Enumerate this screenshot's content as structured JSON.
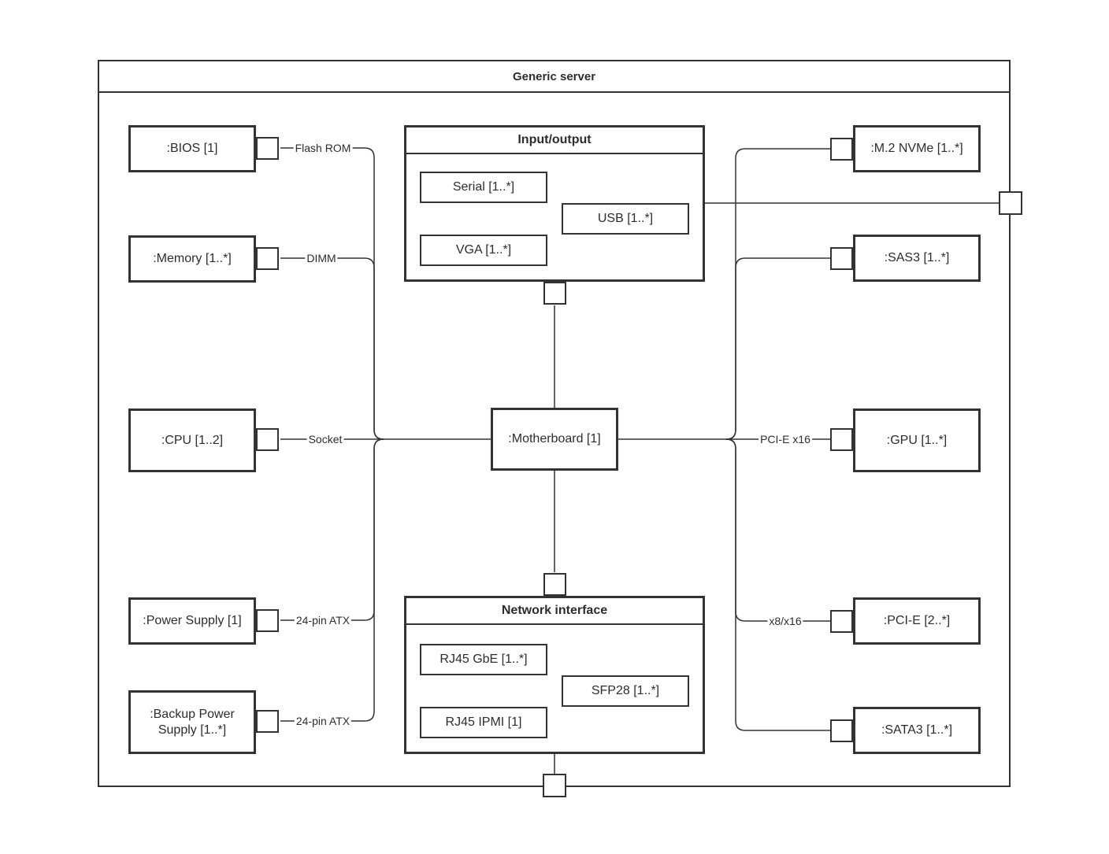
{
  "title": "Generic server",
  "components": {
    "left": [
      {
        "label": ":BIOS [1]"
      },
      {
        "label": ":Memory [1..*]"
      },
      {
        "label": ":CPU [1..2]"
      },
      {
        "label": ":Power Supply [1]"
      },
      {
        "label": ":Backup Power Supply [1..*]"
      }
    ],
    "right": [
      {
        "label": ":M.2 NVMe [1..*]"
      },
      {
        "label": ":SAS3 [1..*]"
      },
      {
        "label": ":GPU [1..*]"
      },
      {
        "label": ":PCI-E [2..*]"
      },
      {
        "label": ":SATA3 [1..*]"
      }
    ],
    "motherboard": {
      "label": ":Motherboard [1]"
    }
  },
  "groups": {
    "io": {
      "title": "Input/output",
      "items": [
        {
          "label": "Serial [1..*]"
        },
        {
          "label": "USB [1..*]"
        },
        {
          "label": "VGA [1..*]"
        }
      ]
    },
    "network": {
      "title": "Network interface",
      "items": [
        {
          "label": "RJ45 GbE [1..*]"
        },
        {
          "label": "SFP28 [1..*]"
        },
        {
          "label": "RJ45 IPMI [1]"
        }
      ]
    }
  },
  "edge_labels": {
    "flash_rom": "Flash ROM",
    "dimm": "DIMM",
    "socket": "Socket",
    "atx_psu": "24-pin ATX",
    "atx_backup": "24-pin ATX",
    "pcie_x16": "PCI-E x16",
    "x8_x16": "x8/x16"
  },
  "colors": {
    "line": "#333333",
    "background": "#ffffff"
  }
}
